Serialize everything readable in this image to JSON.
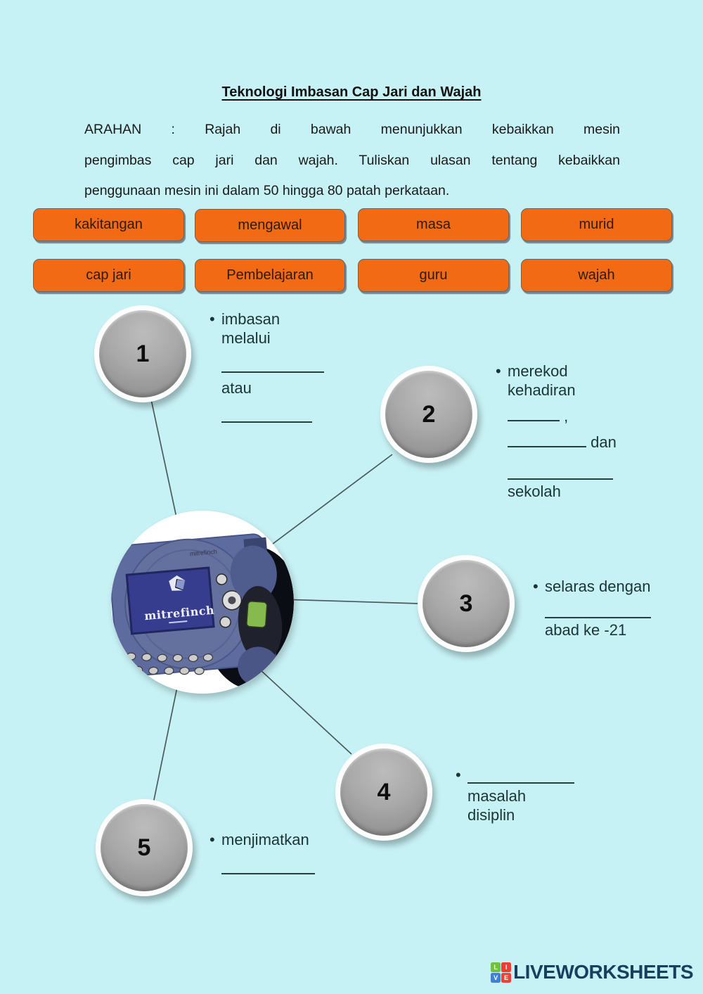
{
  "colors": {
    "background": "#c7f2f5",
    "chip_orange": "#f36a14",
    "circle_gray": "#a9a9a9",
    "logo_navy": "#17405e"
  },
  "header": {
    "title": "Teknologi Imbasan Cap Jari  dan Wajah",
    "instructions_lines": [
      "ARAHAN : Rajah di bawah menunjukkan kebaikkan mesin",
      "pengimbas cap jari dan wajah.  Tuliskan ulasan tentang  kebaikkan",
      "penggunaan mesin ini dalam  50 hingga 80 patah perkataan."
    ]
  },
  "word_bank": [
    "kakitangan",
    "mengawal",
    "masa",
    "murid",
    "cap jari",
    "Pembelajaran",
    "guru",
    "wajah"
  ],
  "diagram": {
    "bullet": "•",
    "machine_brand": "mitrefinch",
    "node1": {
      "number": "1",
      "line1": "imbasan",
      "line2": "melalui",
      "line3": "atau"
    },
    "node2": {
      "number": "2",
      "line1": "merekod",
      "line2": "kehadiran",
      "comma": " ,",
      "dan": " dan",
      "line3": "sekolah"
    },
    "node3": {
      "number": "3",
      "line1": "selaras dengan",
      "line2": "abad ke -21"
    },
    "node4": {
      "number": "4",
      "line1": "masalah",
      "line2": "disiplin"
    },
    "node5": {
      "number": "5",
      "line1": "menjimatkan"
    }
  },
  "footer": {
    "logo_text": "LIVEWORKSHEETS",
    "squares": [
      "L",
      "I",
      "V",
      "E"
    ]
  }
}
